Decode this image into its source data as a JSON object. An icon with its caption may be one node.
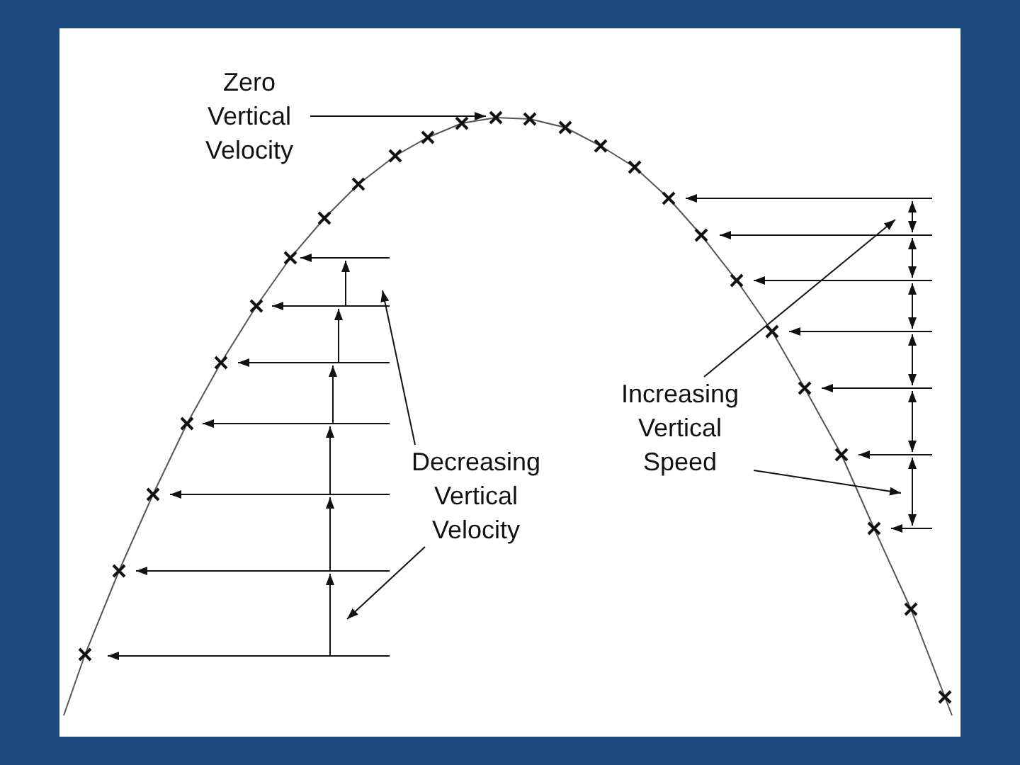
{
  "diagram": {
    "nodes": [
      {
        "text": [
          "Zero Vertical Velocity"
        ]
      },
      {
        "text": [
          "Decreasing Vertical Velocity"
        ]
      },
      {
        "text": [
          "Increasing Vertical Speed"
        ]
      }
    ],
    "edges": [
      {
        "from": 0,
        "to": null,
        "arrow": "to"
      },
      {
        "from": 1,
        "to": null,
        "arrow": "to"
      },
      {
        "from": 1,
        "to": null,
        "arrow": "to"
      },
      {
        "from": 2,
        "to": null,
        "arrow": "to"
      },
      {
        "from": 2,
        "to": null,
        "arrow": "to"
      }
    ]
  }
}
